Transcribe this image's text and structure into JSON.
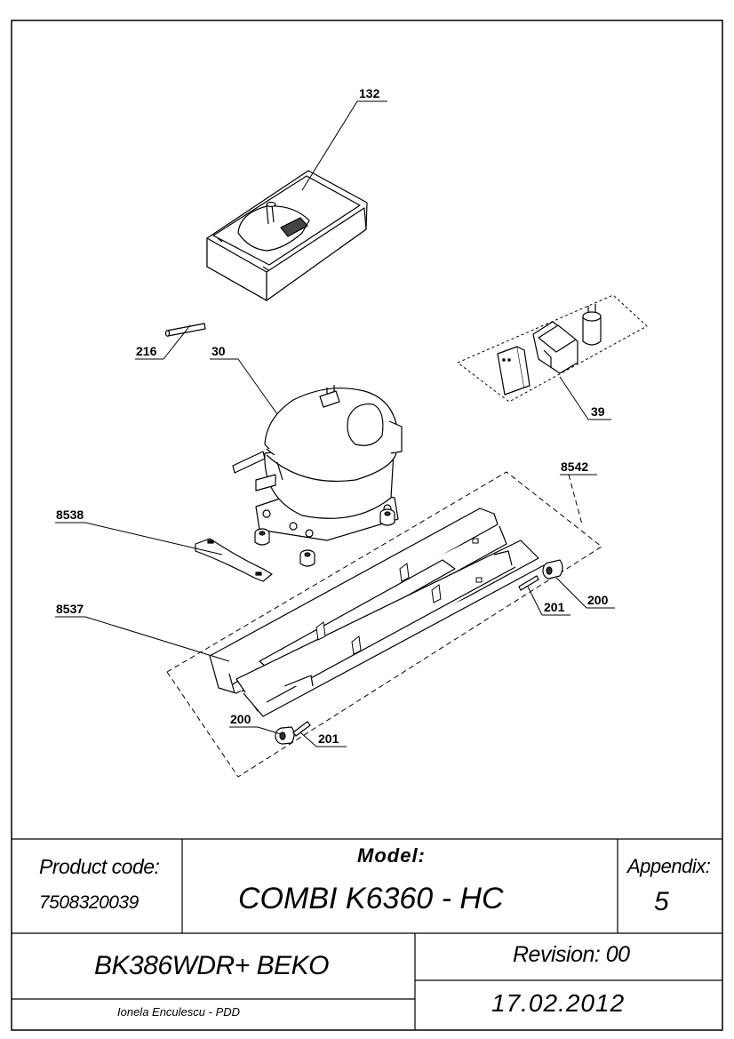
{
  "parts": [
    {
      "label": "132",
      "name": "compressor-cover"
    },
    {
      "label": "30",
      "name": "compressor"
    },
    {
      "label": "216",
      "name": "pipe"
    },
    {
      "label": "39",
      "name": "relay-capacitor-set"
    },
    {
      "label": "8542",
      "name": "compressor-base-plate"
    },
    {
      "label": "8538",
      "name": "clamp"
    },
    {
      "label": "8537",
      "name": "base-rail"
    },
    {
      "label": "201",
      "name": "pin"
    },
    {
      "label": "200",
      "name": "rubber-foot"
    }
  ],
  "title_block": {
    "product_code_label": "Product code:",
    "product_code": "7508320039",
    "model_label": "Model:",
    "model": "COMBI K6360 - HC",
    "appendix_label": "Appendix:",
    "appendix": "5",
    "product_name": "BK386WDR+ BEKO",
    "revision": "Revision: 00",
    "date": "17.02.2012",
    "author": "Ionela Enculescu - PDD"
  }
}
